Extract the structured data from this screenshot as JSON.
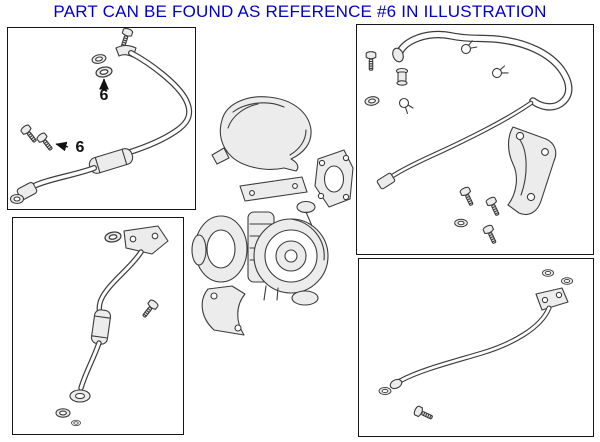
{
  "title": "PART CAN BE FOUND AS REFERENCE #6 IN ILLUSTRATION",
  "title_color": "#0000cc",
  "reference_labels": {
    "upper": "6",
    "lower": "6"
  }
}
